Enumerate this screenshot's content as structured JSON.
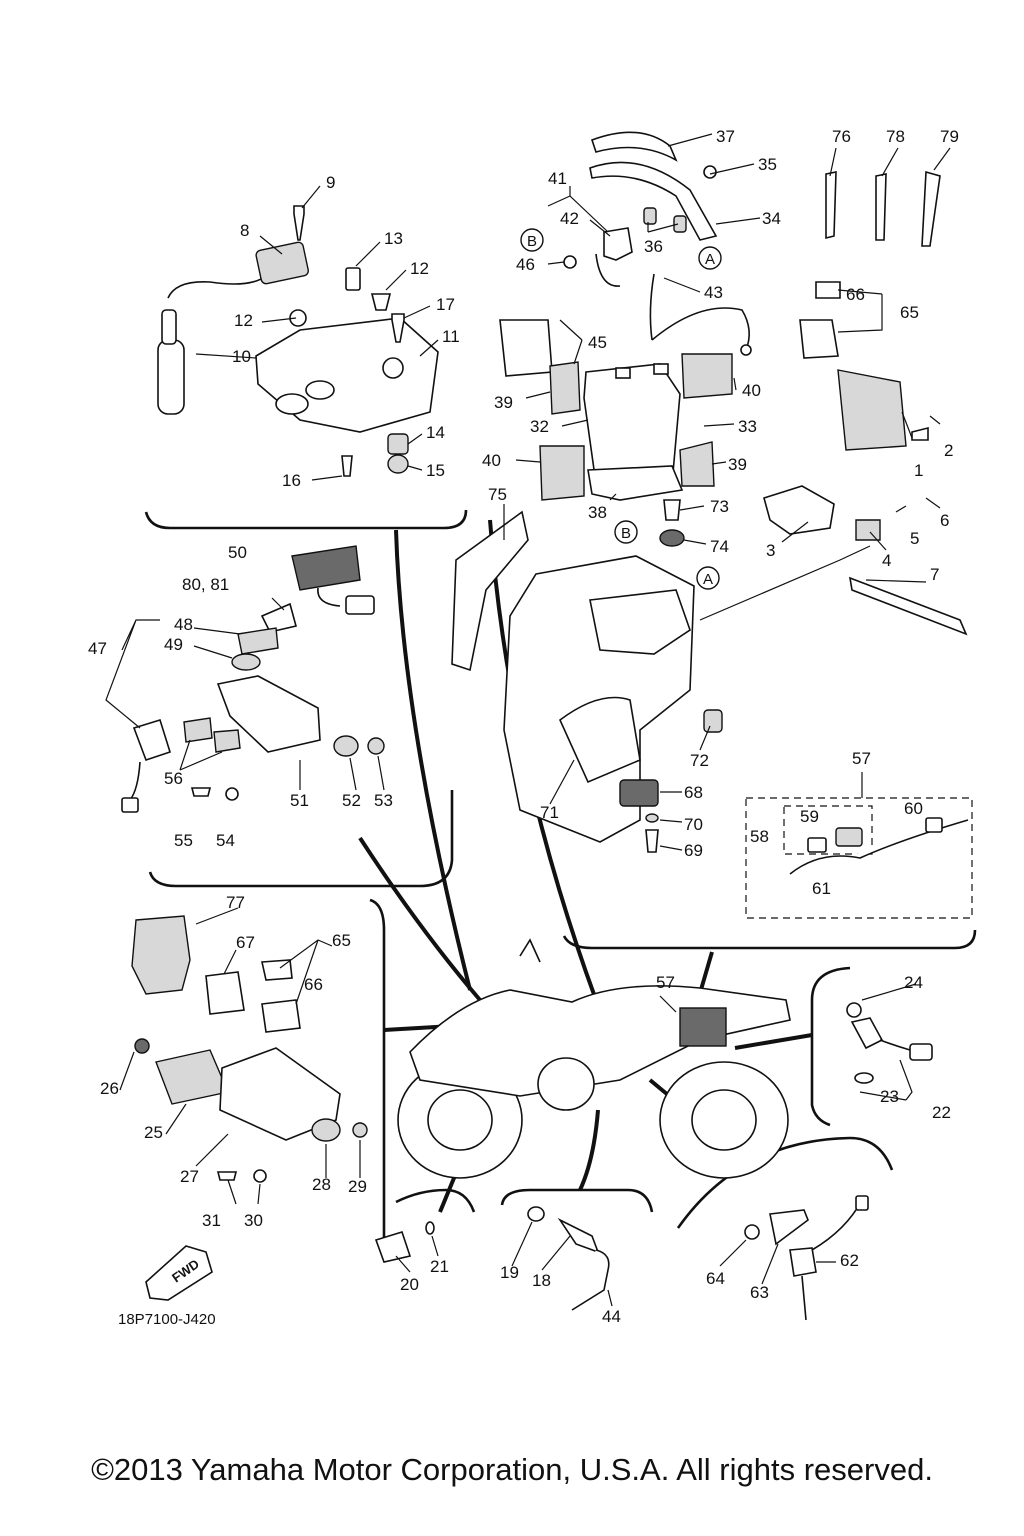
{
  "diagram_code": "18P7100-J420",
  "copyright": "©2013 Yamaha Motor Corporation, U.S.A. All rights reserved.",
  "fwd_label": "FWD",
  "reference_markers": [
    "A",
    "B"
  ],
  "callouts": {
    "p1": "1",
    "p2": "2",
    "p3": "3",
    "p4": "4",
    "p5": "5",
    "p6": "6",
    "p7": "7",
    "p8": "8",
    "p9": "9",
    "p10": "10",
    "p11": "11",
    "p12a": "12",
    "p12b": "12",
    "p13": "13",
    "p14": "14",
    "p15": "15",
    "p16": "16",
    "p17": "17",
    "p18": "18",
    "p19": "19",
    "p20": "20",
    "p21": "21",
    "p22": "22",
    "p23": "23",
    "p24": "24",
    "p25": "25",
    "p26": "26",
    "p27": "27",
    "p28": "28",
    "p29": "29",
    "p30": "30",
    "p31": "31",
    "p32": "32",
    "p33": "33",
    "p34": "34",
    "p35": "35",
    "p36": "36",
    "p37": "37",
    "p38": "38",
    "p39a": "39",
    "p39b": "39",
    "p40a": "40",
    "p40b": "40",
    "p41": "41",
    "p42": "42",
    "p43": "43",
    "p44": "44",
    "p45": "45",
    "p46": "46",
    "p47": "47",
    "p48": "48",
    "p49": "49",
    "p50": "50",
    "p51": "51",
    "p52": "52",
    "p53": "53",
    "p54": "54",
    "p55": "55",
    "p56": "56",
    "p57a": "57",
    "p57b": "57",
    "p58": "58",
    "p59": "59",
    "p60": "60",
    "p61": "61",
    "p62": "62",
    "p63": "63",
    "p64": "64",
    "p65a": "65",
    "p65b": "65",
    "p66a": "66",
    "p66b": "66",
    "p67": "67",
    "p68": "68",
    "p69": "69",
    "p70": "70",
    "p71": "71",
    "p72": "72",
    "p73": "73",
    "p74": "74",
    "p75": "75",
    "p76": "76",
    "p77": "77",
    "p78": "78",
    "p79": "79",
    "p8081": "80, 81"
  }
}
